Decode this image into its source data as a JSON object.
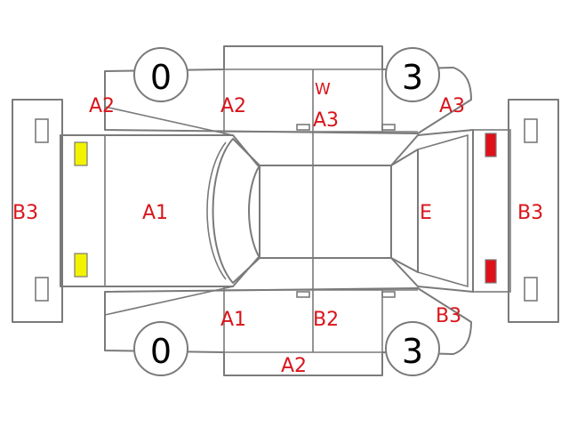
{
  "colors": {
    "line": "#7a7a7a",
    "code_text": "#d8151b",
    "front_lamp": "#f3f300",
    "rear_lamp": "#e0101a"
  },
  "tires": {
    "front_top": "0",
    "rear_top": "3",
    "front_bottom": "0",
    "rear_bottom": "3"
  },
  "codes": {
    "front_bumper": "B3",
    "rear_bumper": "B3",
    "hood": "A1",
    "tailgate": "E",
    "front_fender_top": "A2",
    "front_door_top": "A2",
    "rear_door_top_w": "W",
    "rear_door_top": "A3",
    "rear_fender_top": "A3",
    "front_door_bottom": "A1",
    "rear_door_bottom": "B2",
    "rear_fender_bottom": "B3",
    "side_sill_bottom": "A2"
  }
}
